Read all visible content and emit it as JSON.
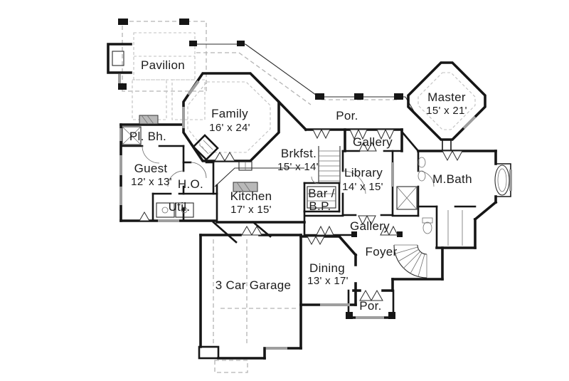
{
  "colors": {
    "wall": "#161616",
    "window": "#9e9e9e",
    "roof_dash": "#b3b3b3",
    "text": "#1c1c1c",
    "background": "#ffffff"
  },
  "rooms": {
    "pavilion": {
      "label": "Pavilion"
    },
    "family": {
      "label": "Family",
      "dims": "16' x 24'"
    },
    "por_top": {
      "label": "Por."
    },
    "gallery_upper": {
      "label": "Gallery"
    },
    "master": {
      "label": "Master",
      "dims": "15' x 21'"
    },
    "pl_bh": {
      "label": "Pl. Bh."
    },
    "guest": {
      "label": "Guest",
      "dims": "12' x 13'"
    },
    "h_o": {
      "label": "H.O."
    },
    "brkfst": {
      "label": "Brkfst.",
      "dims": "15' x 14'"
    },
    "kitchen": {
      "label": "Kitchen",
      "dims": "17' x 15'"
    },
    "library": {
      "label": "Library",
      "dims": "14' x 15'"
    },
    "bar_bp": {
      "label": "Bar /",
      "label2": "B.P."
    },
    "m_bath": {
      "label": "M.Bath"
    },
    "util": {
      "label": "Util."
    },
    "gallery_lower": {
      "label": "Gallery"
    },
    "foyer": {
      "label": "Foyer"
    },
    "dining": {
      "label": "Dining",
      "dims": "13' x 17'"
    },
    "garage": {
      "label": "3 Car Garage"
    },
    "por_bottom": {
      "label": "Por."
    }
  }
}
